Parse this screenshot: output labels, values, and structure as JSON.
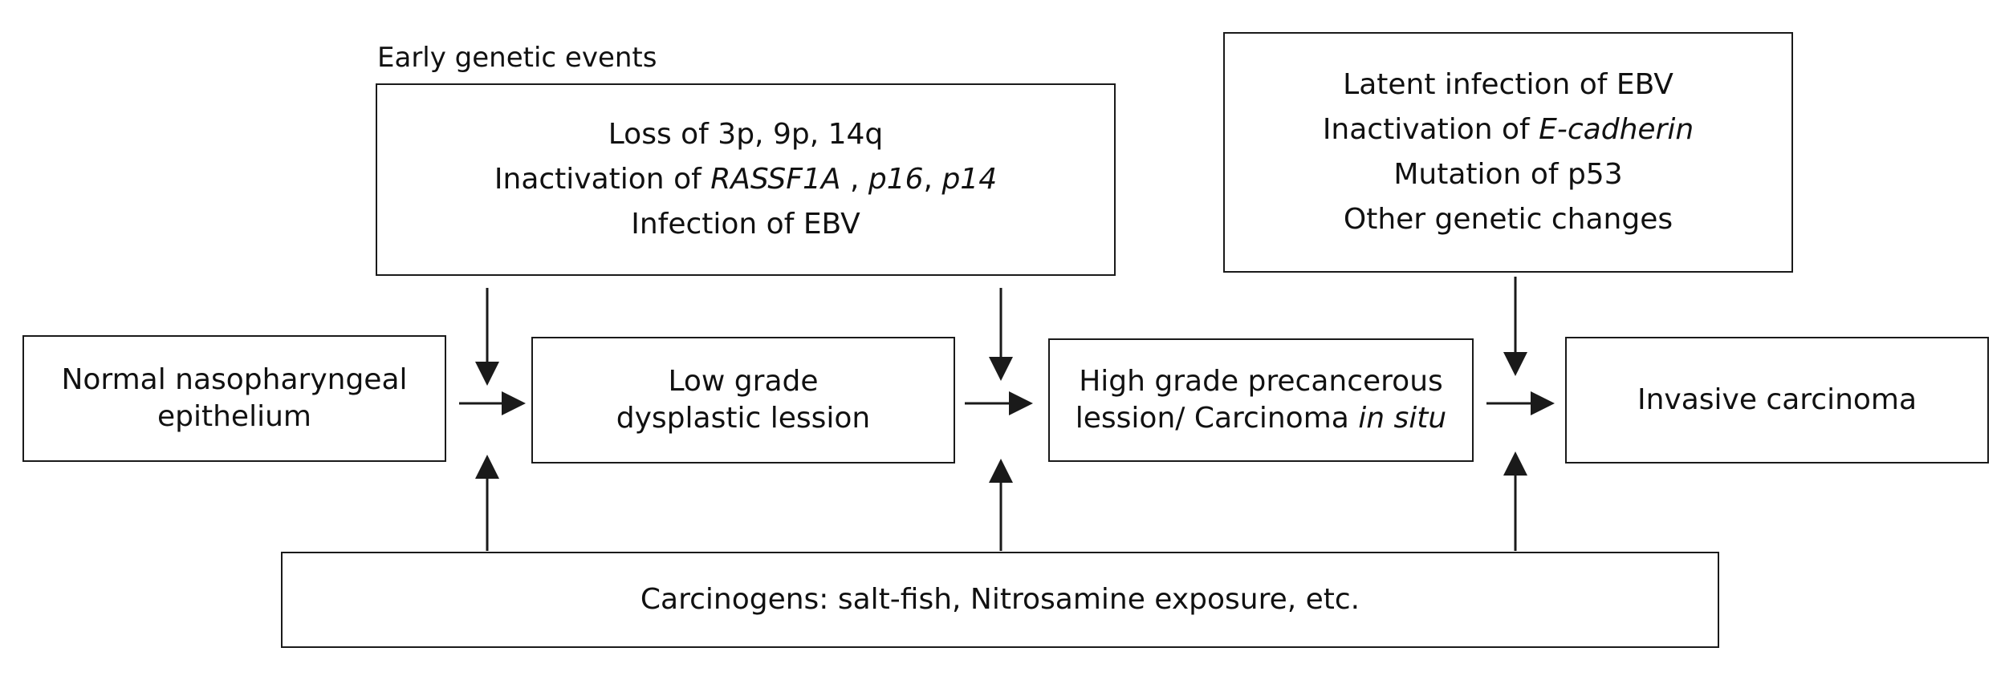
{
  "early": {
    "heading": "Early genetic events",
    "line1": "Loss of 3p, 9p, 14q",
    "line2_prefix": "Inactivation of ",
    "line2_gene1": "RASSF1A",
    "line2_sep1": " , ",
    "line2_gene2": "p16",
    "line2_sep2": ", ",
    "line2_gene3": "p14",
    "line3": "Infection of EBV"
  },
  "late": {
    "line1": "Latent infection of EBV",
    "line2_prefix": "Inactivation of ",
    "line2_gene": "E-cadherin",
    "line3": "Mutation of p53",
    "line4": "Other genetic changes"
  },
  "stages": {
    "normal": {
      "line1": "Normal nasopharyngeal",
      "line2": "epithelium"
    },
    "low": {
      "line1": "Low grade",
      "line2": "dysplastic lession"
    },
    "high": {
      "line1": "High grade precancerous",
      "line2_prefix": "lession/ Carcinoma ",
      "line2_italic": "in situ"
    },
    "invasive": {
      "line1": "Invasive carcinoma"
    }
  },
  "carcinogens": {
    "text": "Carcinogens: salt-fish, Nitrosamine exposure, etc."
  },
  "colors": {
    "stroke": "#1a1a1a",
    "text": "#111111",
    "background": "#ffffff"
  }
}
